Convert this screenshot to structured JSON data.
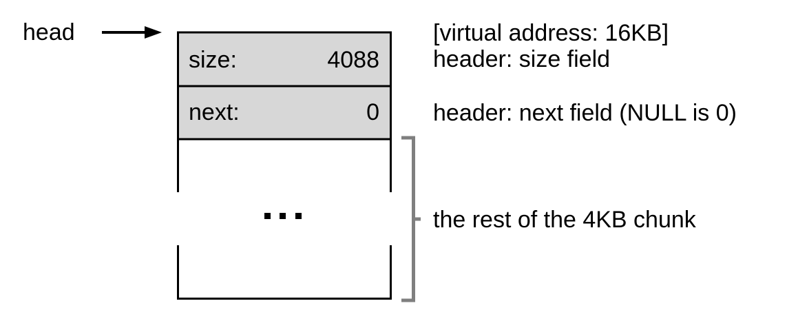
{
  "pointer": {
    "label": "head"
  },
  "chunk": {
    "size_field": {
      "label": "size:",
      "value": "4088"
    },
    "next_field": {
      "label": "next:",
      "value": "0"
    }
  },
  "annotations": {
    "virtual_address": "[virtual address: 16KB]",
    "size_header": "header: size field",
    "next_header": "header: next field (NULL is 0)",
    "rest_of_chunk": "the rest of the 4KB chunk"
  },
  "colors": {
    "header_fill": "#d7d7d7",
    "bracket": "#7f7f7f",
    "stroke": "#000000"
  },
  "icons": {
    "pointer_arrow": "arrow-right-icon",
    "ellipsis": "ellipsis-icon",
    "bracket": "right-bracket-icon"
  }
}
